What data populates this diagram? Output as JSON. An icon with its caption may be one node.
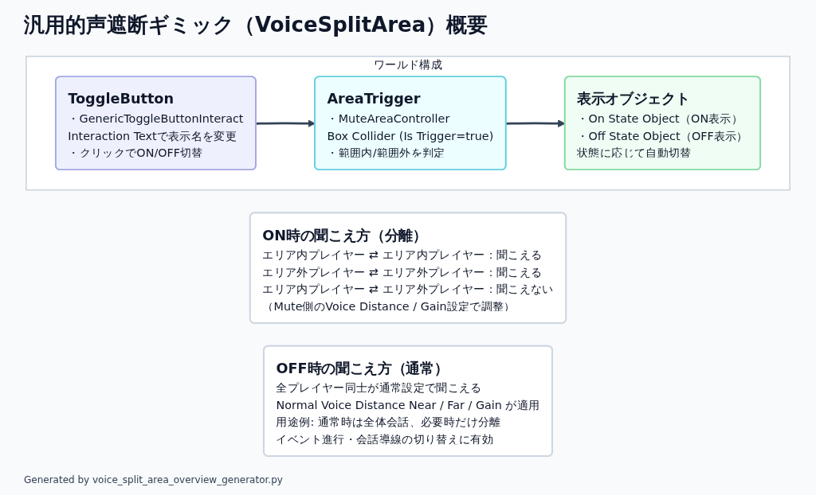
{
  "diagram": {
    "title": "汎用的声遮断ギミック（VoiceSplitArea）概要",
    "nodes": [
      {
        "text": [
          "ワールド構成"
        ]
      },
      {
        "text": [
          "ToggleButton",
          "・GenericToggleButtonInteract",
          "Interaction Textで表示名を変更",
          "・クリックでON/OFF切替"
        ],
        "in": 0
      },
      {
        "text": [
          "AreaTrigger",
          "・MuteAreaController",
          "Box Collider (Is Trigger=true)",
          "・範囲内/範囲外を判定"
        ],
        "in": 0
      },
      {
        "text": [
          "表示オブジェクト",
          "・On State Object（ON表示）",
          "・Off State Object（OFF表示）",
          "状態に応じて自動切替"
        ],
        "in": 0
      },
      {
        "text": [
          "ON時の聞こえ方（分離）",
          "エリア内プレイヤー ⇄ エリア内プレイヤー：聞こえる",
          "エリア外プレイヤー ⇄ エリア外プレイヤー：聞こえる",
          "エリア内プレイヤー ⇄ エリア外プレイヤー：聞こえない",
          "（Mute側のVoice Distance / Gain設定で調整）"
        ]
      },
      {
        "text": [
          "OFF時の聞こえ方（通常）",
          "全プレイヤー同士が通常設定で聞こえる",
          "Normal Voice Distance Near / Far / Gain が適用",
          "用途例: 通常時は全体会話、必要時だけ分離",
          "イベント進行・会話導線の切り替えに有効"
        ]
      }
    ],
    "edges": [
      {
        "from": 1,
        "to": 2,
        "arrow": "to"
      },
      {
        "from": 2,
        "to": 3,
        "arrow": "to"
      }
    ],
    "caption": "Generated by voice_split_area_overview_generator.py"
  }
}
